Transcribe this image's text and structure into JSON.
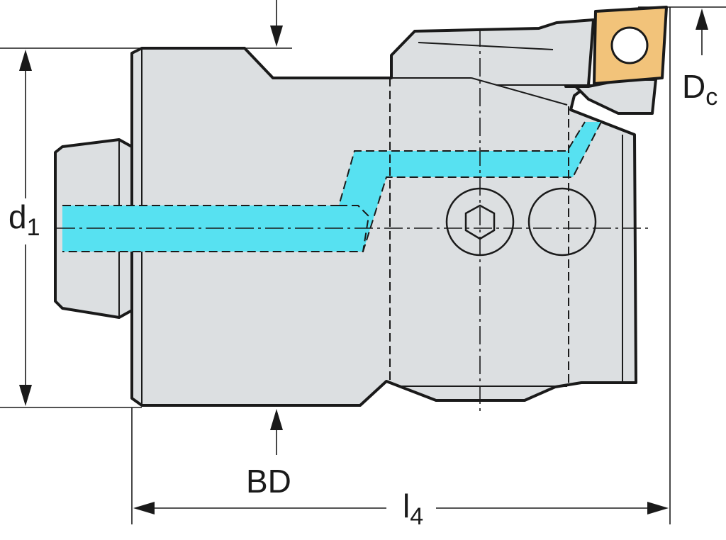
{
  "drawing": {
    "colors": {
      "body": "#dcdfe1",
      "coolant": "#57e1f1",
      "insert": "#f2c37a",
      "line": "#1a1a1a"
    },
    "labels": {
      "d1_main": "d",
      "d1_sub": "1",
      "dc_main": "D",
      "dc_sub": "c",
      "bd": "BD",
      "l4_main": "l",
      "l4_sub": "4"
    }
  }
}
